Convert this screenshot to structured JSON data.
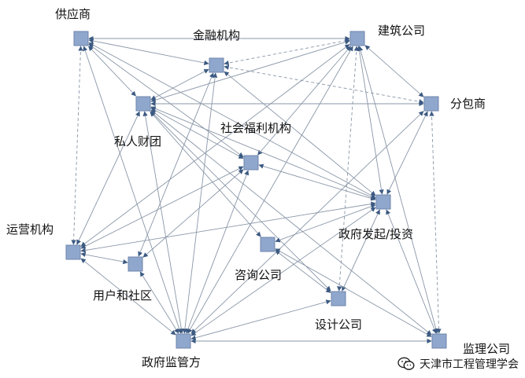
{
  "nodes": [
    {
      "id": "supplier",
      "label": "供应商"
    },
    {
      "id": "finance",
      "label": "金融机构"
    },
    {
      "id": "construction",
      "label": "建筑公司"
    },
    {
      "id": "private",
      "label": "私人财团"
    },
    {
      "id": "subcontractor",
      "label": "分包商"
    },
    {
      "id": "welfare",
      "label": "社会福利机构"
    },
    {
      "id": "government_invest",
      "label": "政府发起/投资"
    },
    {
      "id": "operator",
      "label": "运营机构"
    },
    {
      "id": "consulting",
      "label": "咨询公司"
    },
    {
      "id": "users",
      "label": "用户和社区"
    },
    {
      "id": "design",
      "label": "设计公司"
    },
    {
      "id": "supervision",
      "label": "监理公司"
    },
    {
      "id": "regulator",
      "label": "政府监管方"
    }
  ],
  "edges": [
    [
      "supplier",
      "construction"
    ],
    [
      "supplier",
      "finance"
    ],
    [
      "supplier",
      "private"
    ],
    [
      "supplier",
      "welfare"
    ],
    [
      "supplier",
      "government_invest"
    ],
    [
      "supplier",
      "operator"
    ],
    [
      "supplier",
      "regulator"
    ],
    [
      "finance",
      "construction"
    ],
    [
      "finance",
      "private"
    ],
    [
      "finance",
      "subcontractor"
    ],
    [
      "finance",
      "regulator"
    ],
    [
      "finance",
      "users"
    ],
    [
      "finance",
      "government_invest"
    ],
    [
      "construction",
      "private"
    ],
    [
      "construction",
      "subcontractor"
    ],
    [
      "construction",
      "welfare"
    ],
    [
      "construction",
      "government_invest"
    ],
    [
      "construction",
      "design"
    ],
    [
      "construction",
      "supervision"
    ],
    [
      "construction",
      "regulator"
    ],
    [
      "construction",
      "operator"
    ],
    [
      "private",
      "subcontractor"
    ],
    [
      "private",
      "welfare"
    ],
    [
      "private",
      "government_invest"
    ],
    [
      "private",
      "consulting"
    ],
    [
      "private",
      "design"
    ],
    [
      "private",
      "regulator"
    ],
    [
      "private",
      "operator"
    ],
    [
      "private",
      "supervision"
    ],
    [
      "subcontractor",
      "government_invest"
    ],
    [
      "subcontractor",
      "regulator"
    ],
    [
      "subcontractor",
      "supervision"
    ],
    [
      "welfare",
      "government_invest"
    ],
    [
      "welfare",
      "users"
    ],
    [
      "welfare",
      "regulator"
    ],
    [
      "welfare",
      "operator"
    ],
    [
      "government_invest",
      "operator"
    ],
    [
      "government_invest",
      "consulting"
    ],
    [
      "government_invest",
      "design"
    ],
    [
      "government_invest",
      "regulator"
    ],
    [
      "government_invest",
      "supervision"
    ],
    [
      "operator",
      "users"
    ],
    [
      "operator",
      "regulator"
    ],
    [
      "users",
      "regulator"
    ],
    [
      "consulting",
      "design"
    ],
    [
      "consulting",
      "supervision"
    ],
    [
      "design",
      "regulator"
    ],
    [
      "regulator",
      "supervision"
    ]
  ],
  "dashed_edges": [
    [
      "supplier",
      "operator"
    ],
    [
      "construction",
      "design"
    ],
    [
      "subcontractor",
      "supervision"
    ],
    [
      "finance",
      "construction"
    ],
    [
      "finance",
      "subcontractor"
    ]
  ],
  "watermark": {
    "text": "天津市工程管理学会",
    "icon": "wechat-icon"
  },
  "colors": {
    "node": "#8fa7cc",
    "edge": "#8a97a8",
    "arrow": "#3c5a82"
  }
}
